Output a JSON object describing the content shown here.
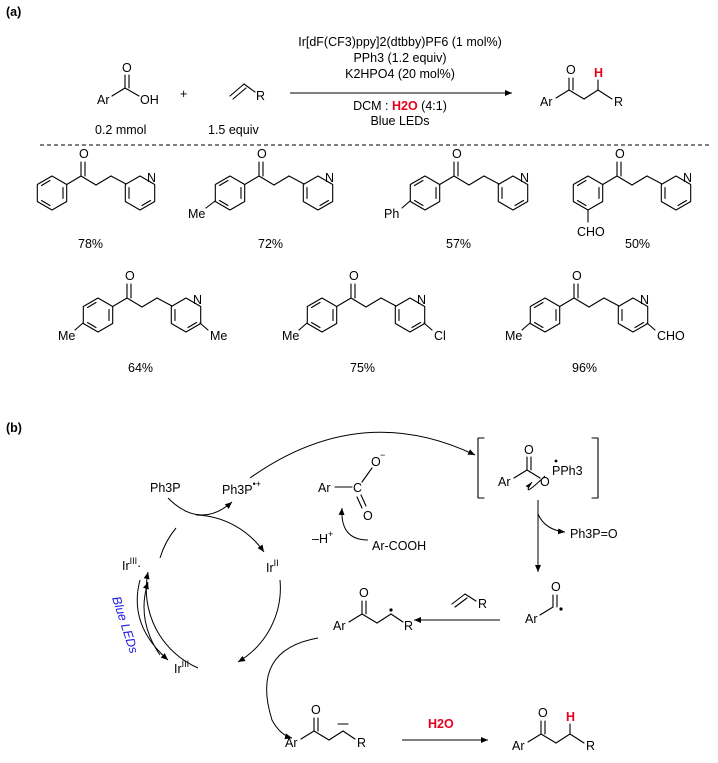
{
  "panel_a": {
    "label": "(a)",
    "reactant_acid": {
      "ar": "Ar",
      "o_top": "O",
      "oh": "OH",
      "amount": "0.2 mmol"
    },
    "plus": "+",
    "reactant_alkene": {
      "r": "R",
      "amount": "1.5 equiv"
    },
    "conditions": {
      "catalyst": "Ir[dF(CF3)ppy]2(dtbby)PF6 (1 mol%)",
      "phosphine": "PPh3 (1.2 equiv)",
      "base": "K2HPO4 (20  mol%)",
      "solvent_prefix": "DCM : ",
      "solvent_water": "H2O",
      "solvent_ratio": " (4:1)",
      "light": "Blue LEDs"
    },
    "product": {
      "ar": "Ar",
      "o": "O",
      "h": "H",
      "r": "R"
    },
    "yields": [
      "78%",
      "72%",
      "57%",
      "50%",
      "64%",
      "75%",
      "96%"
    ],
    "substituents": {
      "me": "Me",
      "ph": "Ph",
      "cho": "CHO",
      "cl": "Cl",
      "n": "N",
      "o": "O"
    }
  },
  "panel_b": {
    "label": "(b)",
    "ph3p": "Ph3P",
    "ph3p_radical_cation": "Ph3P",
    "ir_iii_excited": "Ir",
    "ir_ii": "Ir",
    "ir_iii": "Ir",
    "ox_iii": "III",
    "ox_ii": "II",
    "blue_leds": "Blue LEDs",
    "carboxylate": {
      "ar": "Ar",
      "c": "C",
      "o": "O"
    },
    "minus_h": "–H",
    "ar_cooh": "Ar-COOH",
    "phosphoranyl": {
      "ar": "Ar",
      "o": "O",
      "pph3": "PPh3"
    },
    "ph3po": "Ph3P=O",
    "acyl_radical": {
      "ar": "Ar",
      "o": "O"
    },
    "alkene_r": "R",
    "radical_adduct": {
      "ar": "Ar",
      "o": "O",
      "r": "R"
    },
    "anion": {
      "ar": "Ar",
      "o": "O",
      "r": "R"
    },
    "water": "H2O",
    "final": {
      "ar": "Ar",
      "o": "O",
      "h": "H",
      "r": "R"
    }
  }
}
